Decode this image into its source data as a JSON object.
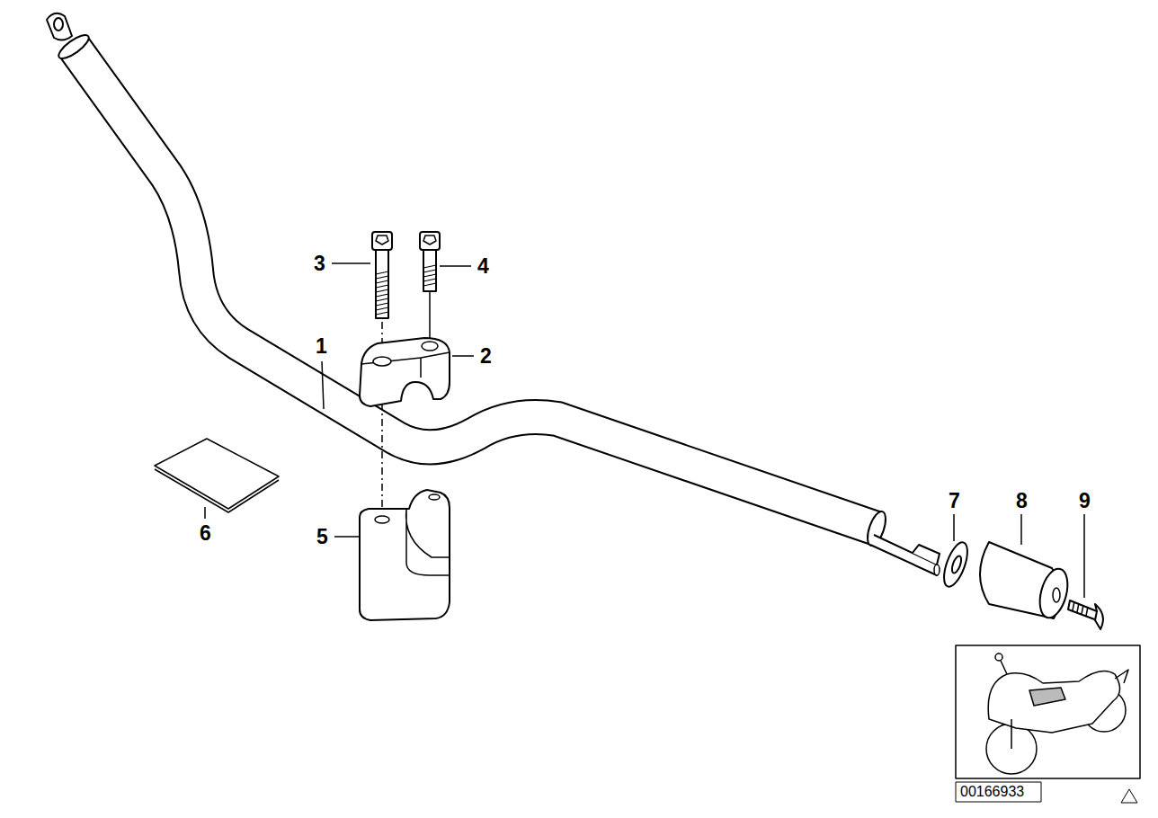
{
  "diagram": {
    "labels": [
      "1",
      "2",
      "3",
      "4",
      "5",
      "6",
      "7",
      "8",
      "9",
      "00166933"
    ]
  }
}
